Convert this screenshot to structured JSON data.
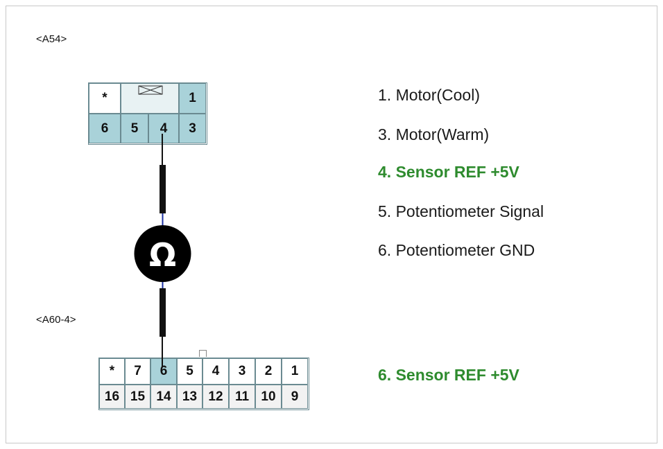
{
  "connectors": {
    "a54": {
      "label": "<A54>",
      "top_row": [
        "*",
        "1"
      ],
      "bottom_row": [
        "6",
        "5",
        "4",
        "3"
      ]
    },
    "a60": {
      "label": "<A60-4>",
      "top_row": [
        "*",
        "7",
        "6",
        "5",
        "4",
        "3",
        "2",
        "1"
      ],
      "bottom_row": [
        "16",
        "15",
        "14",
        "13",
        "12",
        "11",
        "10",
        "9"
      ]
    }
  },
  "meter": {
    "symbol": "Ω",
    "icon": "ohmmeter-icon"
  },
  "legend": {
    "items": [
      "1. Motor(Cool)",
      "3. Motor(Warm)",
      "4. Sensor REF +5V",
      "5. Potentiometer Signal",
      "6. Potentiometer GND"
    ],
    "highlight": "6. Sensor REF +5V"
  },
  "colors": {
    "highlight_text": "#2e8b2e",
    "pin_shade": "#a9d2d9",
    "wire_blue": "#1a2fa0",
    "probe": "#111111"
  }
}
